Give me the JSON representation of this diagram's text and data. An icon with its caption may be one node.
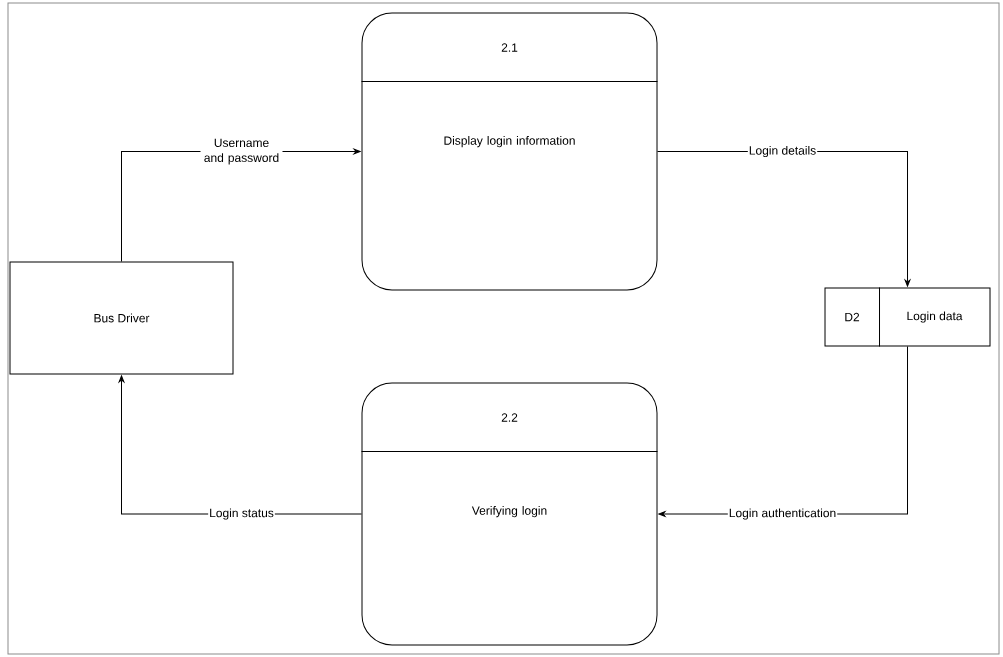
{
  "diagram": {
    "nodes": [
      {
        "text": [
          "Bus Driver"
        ]
      },
      {
        "text": [
          "2.1",
          "Display login information"
        ]
      },
      {
        "text": [
          "D2",
          "Login data"
        ]
      },
      {
        "text": [
          "2.2",
          "Verifying login"
        ]
      }
    ],
    "edges": [
      {
        "from": 0,
        "to": 1,
        "arrow": "to",
        "label": "Username and password"
      },
      {
        "from": 1,
        "to": 2,
        "arrow": "to",
        "label": "Login details"
      },
      {
        "from": 2,
        "to": 3,
        "arrow": "to",
        "label": "Login authentication"
      },
      {
        "from": 3,
        "to": 0,
        "arrow": "to",
        "label": "Login status"
      }
    ]
  }
}
